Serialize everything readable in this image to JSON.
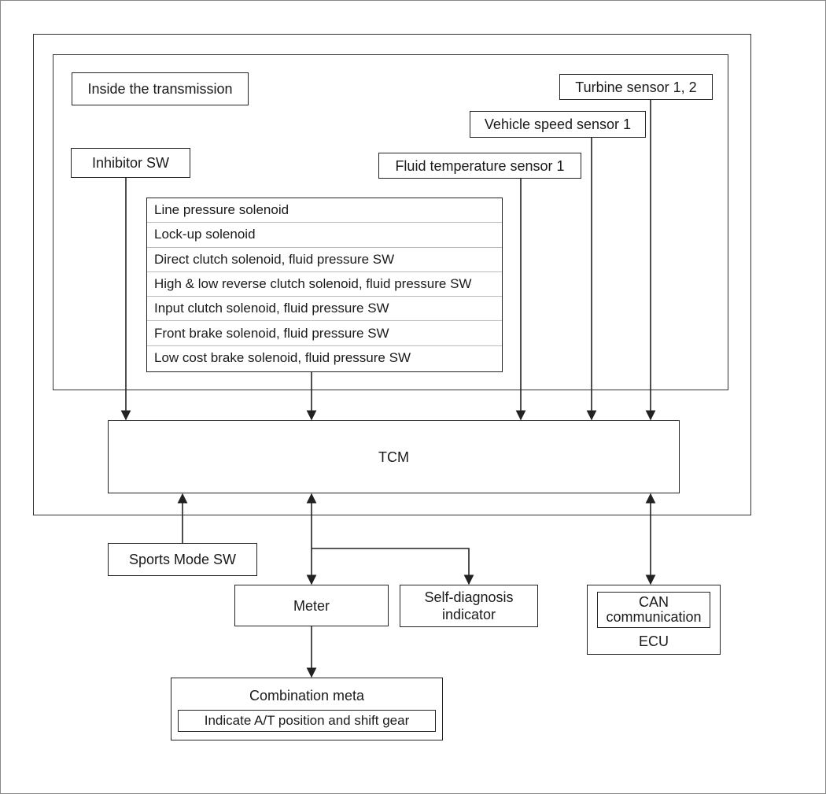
{
  "transmission_label": "Inside the transmission",
  "inhibitor": "Inhibitor SW",
  "turbine": "Turbine sensor 1, 2",
  "vehicle_speed": "Vehicle speed sensor 1",
  "fluid_temp": "Fluid temperature sensor 1",
  "solenoids": [
    "Line pressure solenoid",
    "Lock-up solenoid",
    "Direct clutch solenoid, fluid pressure SW",
    "High & low reverse clutch solenoid, fluid pressure SW",
    "Input clutch solenoid, fluid pressure SW",
    "Front brake solenoid, fluid pressure SW",
    "Low cost brake solenoid, fluid pressure SW"
  ],
  "tcm": "TCM",
  "sports_mode": "Sports Mode SW",
  "meter": "Meter",
  "self_diag": [
    "Self-diagnosis",
    "indicator"
  ],
  "ecu": {
    "can": [
      "CAN",
      "communication"
    ],
    "label": "ECU"
  },
  "combination": {
    "title": "Combination meta",
    "inner": "Indicate A/T position and shift gear"
  },
  "colors": {
    "line": "#222222",
    "frame": "#555555"
  }
}
